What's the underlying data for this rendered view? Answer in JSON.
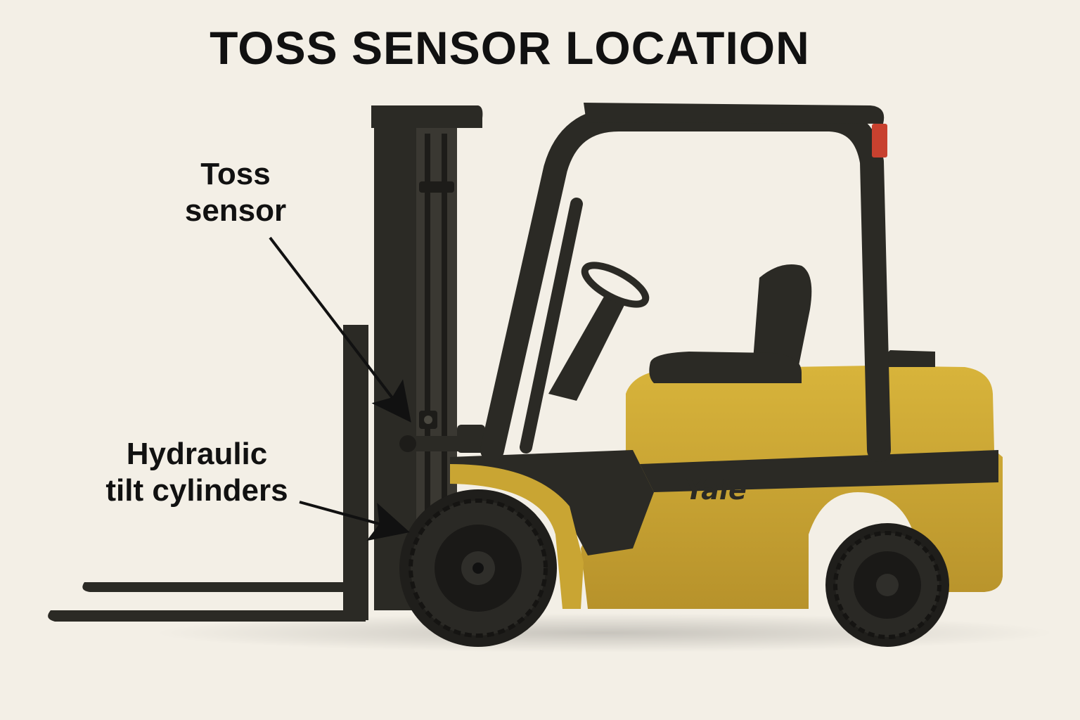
{
  "title": "TOSS SENSOR LOCATION",
  "callouts": {
    "toss_sensor": {
      "line1": "Toss",
      "line2": "sensor"
    },
    "hydraulic": {
      "line1": "Hydraulic",
      "line2": "tilt cylinders"
    }
  },
  "brand": "Yale",
  "colors": {
    "background": "#f3efe6",
    "body": "#c9a533",
    "body_shade": "#a9862a",
    "frame": "#2b2a25",
    "tire": "#1f1e1b",
    "arrow": "#111111",
    "tail_light": "#c8412f"
  }
}
